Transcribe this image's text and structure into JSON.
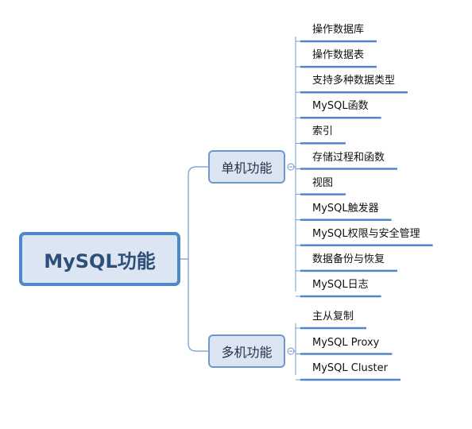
{
  "root": {
    "label": "MySQL功能"
  },
  "branches": [
    {
      "label": "单机功能",
      "leaves": [
        "操作数据库",
        "操作数据表",
        "支持多种数据类型",
        "MySQL函数",
        "索引",
        "存储过程和函数",
        "视图",
        "MySQL触发器",
        "MySQL权限与安全管理",
        "数据备份与恢复",
        "MySQL日志"
      ]
    },
    {
      "label": "多机功能",
      "leaves": [
        "主从复制",
        "MySQL Proxy",
        "MySQL Cluster"
      ]
    }
  ],
  "colors": {
    "root_border": "#4f87c9",
    "node_fill": "#dce6f3",
    "connector": "#6d99cf",
    "underline": "#4f87c9"
  }
}
